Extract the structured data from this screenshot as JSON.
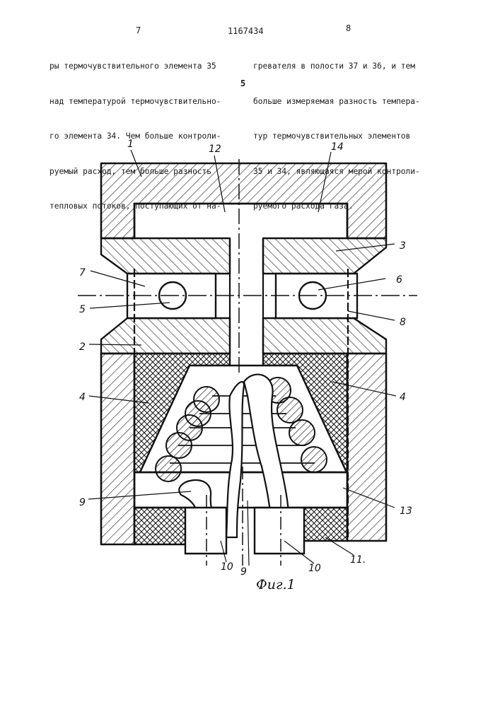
{
  "header": {
    "page_left": "7",
    "patent_number": "1167434",
    "page_right": "8"
  },
  "text": {
    "left_column": [
      "ры термочувствительного элемента 35",
      "над температурой термочувствительно-",
      "го элемента 34. Чем больше контроли-",
      "руемый расход, тем больше разность",
      "тепловых потоков, поступающих от на-"
    ],
    "right_column": [
      "гревателя в полости 37 и 36, и тем",
      "больше измеряемая разность темпера-",
      "тур термочувствительных элементов",
      "35 и 34, являющаяся мерой контроли-",
      "руемого расхода газа."
    ],
    "line_number_marker": "5"
  },
  "figure": {
    "caption": "Фиг.1",
    "labels": {
      "l1": "1",
      "l12": "12",
      "l14": "14",
      "l3": "3",
      "l7": "7",
      "l6": "6",
      "l5": "5",
      "l8": "8",
      "l2": "2",
      "l4a": "4",
      "l4b": "4",
      "l9a": "9",
      "l13": "13",
      "l10a": "10",
      "l9b": "9",
      "l10b": "10",
      "l11": "11."
    }
  }
}
